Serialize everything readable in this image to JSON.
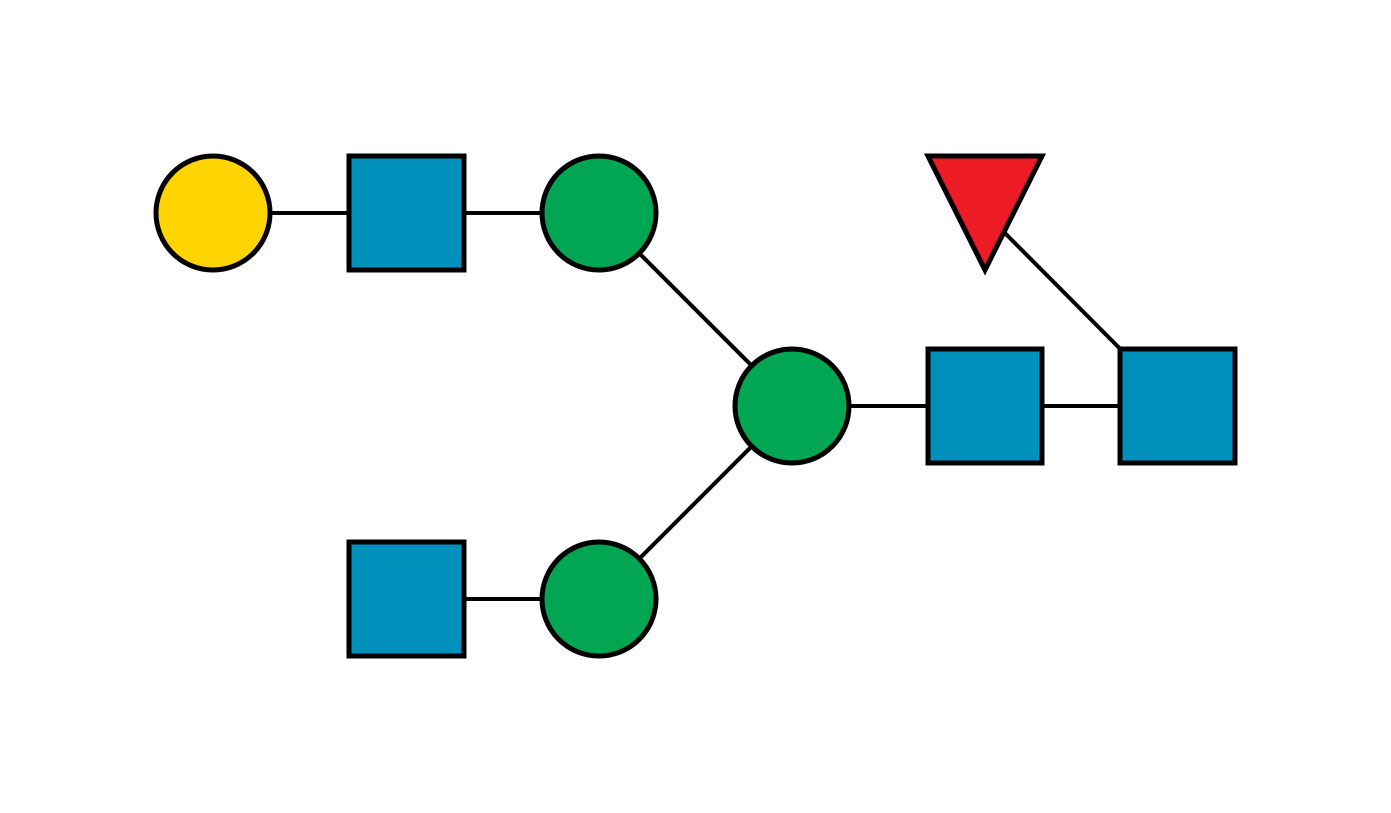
{
  "diagram": {
    "type": "glycan-snfg",
    "colors": {
      "galactose": "#FFD400",
      "glcnac": "#0090BC",
      "mannose": "#00A651",
      "fucose": "#ED1C24",
      "outline": "#000000",
      "background": "#FFFFFF"
    },
    "residues": [
      {
        "id": "gal-1",
        "kind": "galactose",
        "shape": "circle-icon"
      },
      {
        "id": "glcnac-antenna-upper",
        "kind": "glcnac",
        "shape": "square-icon"
      },
      {
        "id": "man-upper",
        "kind": "mannose",
        "shape": "circle-icon"
      },
      {
        "id": "man-core",
        "kind": "mannose",
        "shape": "circle-icon"
      },
      {
        "id": "man-lower",
        "kind": "mannose",
        "shape": "circle-icon"
      },
      {
        "id": "glcnac-antenna-lower",
        "kind": "glcnac",
        "shape": "square-icon"
      },
      {
        "id": "glcnac-core-2",
        "kind": "glcnac",
        "shape": "square-icon"
      },
      {
        "id": "glcnac-core-1",
        "kind": "glcnac",
        "shape": "square-icon"
      },
      {
        "id": "fuc-1",
        "kind": "fucose",
        "shape": "triangle-icon"
      }
    ],
    "linkages": [
      {
        "from": "gal-1",
        "to": "glcnac-antenna-upper"
      },
      {
        "from": "glcnac-antenna-upper",
        "to": "man-upper"
      },
      {
        "from": "man-upper",
        "to": "man-core"
      },
      {
        "from": "glcnac-antenna-lower",
        "to": "man-lower"
      },
      {
        "from": "man-lower",
        "to": "man-core"
      },
      {
        "from": "man-core",
        "to": "glcnac-core-2"
      },
      {
        "from": "glcnac-core-2",
        "to": "glcnac-core-1"
      },
      {
        "from": "fuc-1",
        "to": "glcnac-core-1"
      }
    ]
  }
}
